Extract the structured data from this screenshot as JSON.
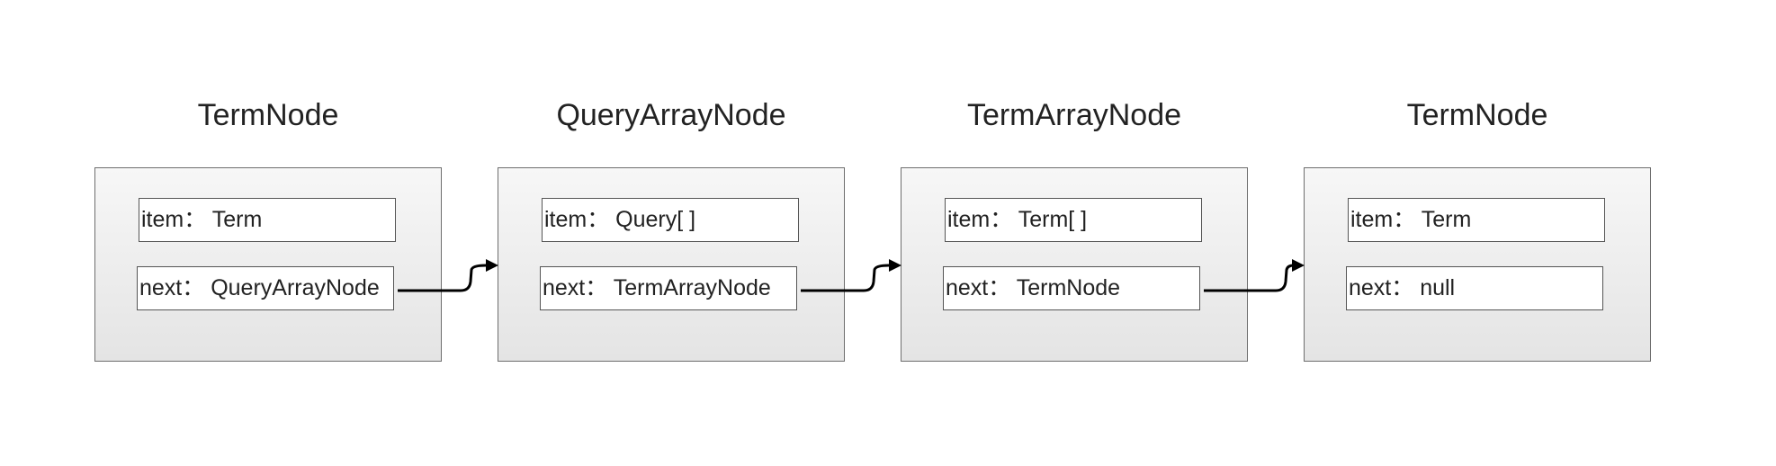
{
  "diagram": {
    "nodes": [
      {
        "title": "TermNode",
        "item": "item： Term",
        "next": "next： QueryArrayNode"
      },
      {
        "title": "QueryArrayNode",
        "item": "item： Query[ ]",
        "next": "next： TermArrayNode"
      },
      {
        "title": "TermArrayNode",
        "item": "item： Term[ ]",
        "next": "next： TermNode"
      },
      {
        "title": "TermNode",
        "item": "item： Term",
        "next": "next： null"
      }
    ],
    "connector_color": "#000000"
  }
}
